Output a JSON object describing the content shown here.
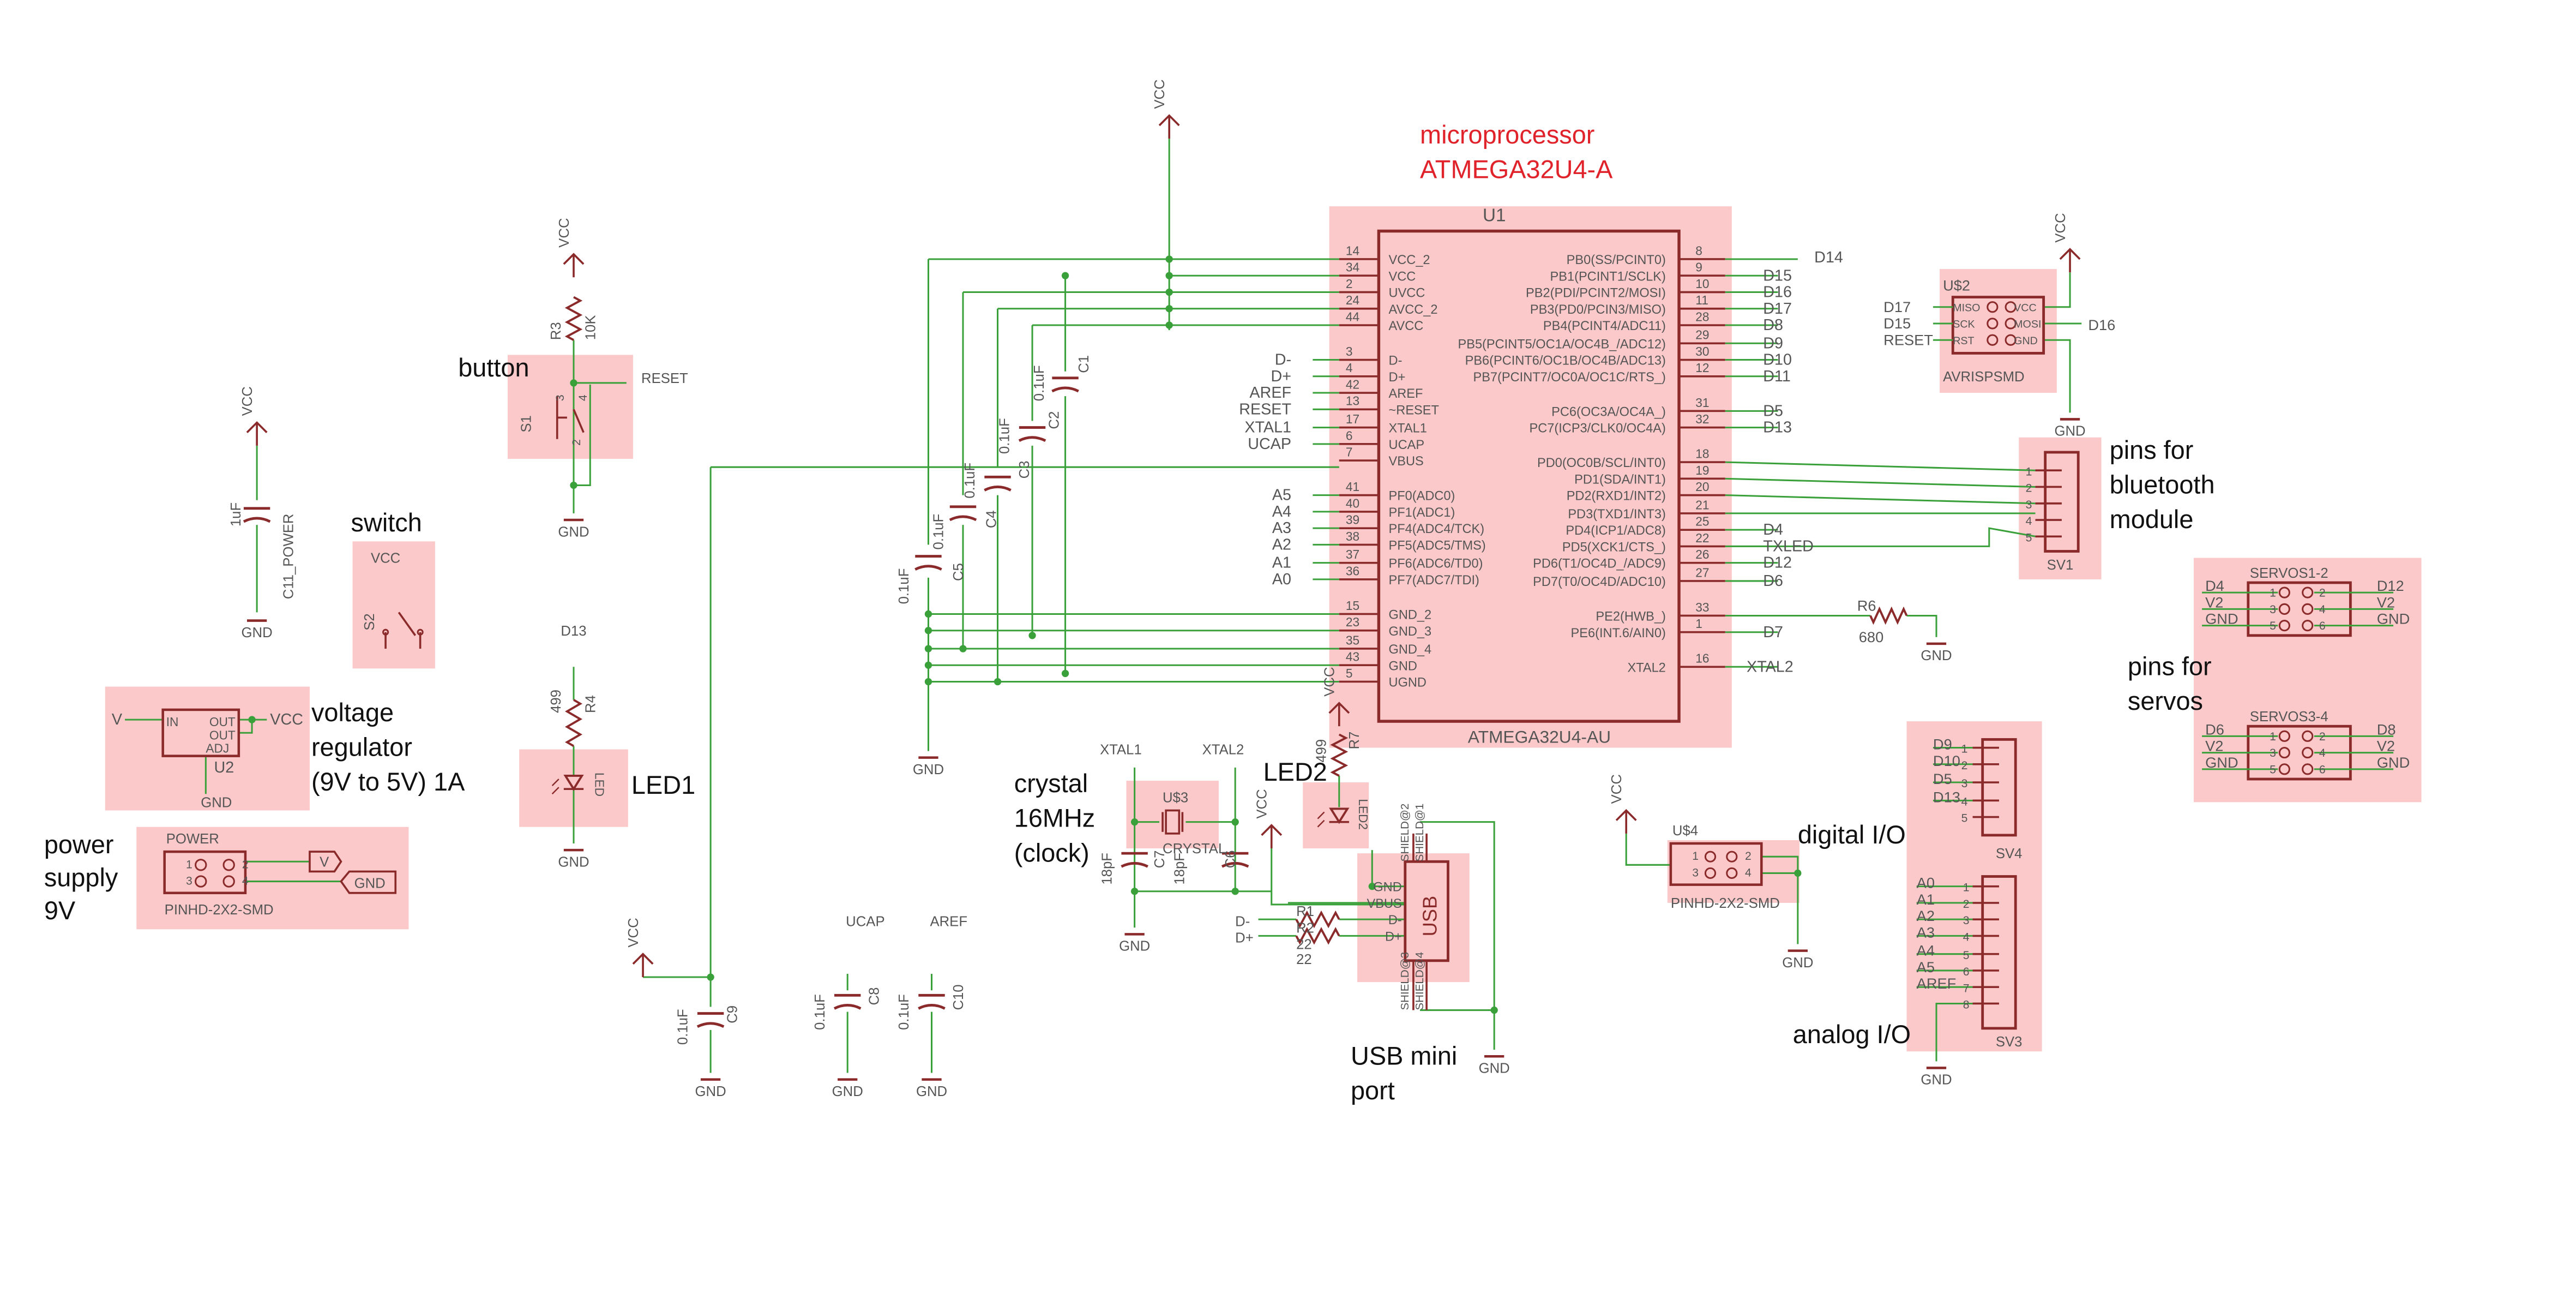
{
  "colors": {
    "wire": "#3aa03a",
    "part": "#8b2a2a",
    "label": "#555555",
    "highlight": "#fbc9c9",
    "annotation": "#111111",
    "title": "#e0222a"
  },
  "annotations": {
    "mcu_line1": "microprocessor",
    "mcu_line2": "ATMEGA32U4-A",
    "button": "button",
    "switch": "switch",
    "vreg_1": "voltage",
    "vreg_2": "regulator",
    "vreg_3": "(9V to 5V) 1A",
    "power_1": "power",
    "power_2": "supply",
    "power_3": "9V",
    "led1": "LED1",
    "led2": "LED2",
    "crystal_1": "crystal",
    "crystal_2": "16MHz",
    "crystal_3": "(clock)",
    "usb_1": "USB mini",
    "usb_2": "port",
    "bt_1": "pins for",
    "bt_2": "bluetooth",
    "bt_3": "module",
    "servo_1": "pins for",
    "servo_2": "servos",
    "digital": "digital I/O",
    "analog": "analog I/O"
  },
  "mcu": {
    "ref": "U1",
    "value": "ATMEGA32U4-AU",
    "left_pins": [
      {
        "num": "14",
        "name": "VCC_2"
      },
      {
        "num": "34",
        "name": "VCC"
      },
      {
        "num": "2",
        "name": "UVCC"
      },
      {
        "num": "24",
        "name": "AVCC_2"
      },
      {
        "num": "44",
        "name": "AVCC"
      },
      {
        "num": "3",
        "name": "D-",
        "net": "D-"
      },
      {
        "num": "4",
        "name": "D+",
        "net": "D+"
      },
      {
        "num": "42",
        "name": "AREF",
        "net": "AREF"
      },
      {
        "num": "13",
        "name": "~RESET",
        "net": "RESET"
      },
      {
        "num": "17",
        "name": "XTAL1",
        "net": "XTAL1"
      },
      {
        "num": "6",
        "name": "UCAP",
        "net": "UCAP"
      },
      {
        "num": "7",
        "name": "VBUS"
      },
      {
        "num": "41",
        "name": "PF0(ADC0)",
        "net": "A5"
      },
      {
        "num": "40",
        "name": "PF1(ADC1)",
        "net": "A4"
      },
      {
        "num": "39",
        "name": "PF4(ADC4/TCK)",
        "net": "A3"
      },
      {
        "num": "38",
        "name": "PF5(ADC5/TMS)",
        "net": "A2"
      },
      {
        "num": "37",
        "name": "PF6(ADC6/TD0)",
        "net": "A1"
      },
      {
        "num": "36",
        "name": "PF7(ADC7/TDI)",
        "net": "A0"
      },
      {
        "num": "15",
        "name": "GND_2"
      },
      {
        "num": "23",
        "name": "GND_3"
      },
      {
        "num": "35",
        "name": "GND_4"
      },
      {
        "num": "43",
        "name": "GND"
      },
      {
        "num": "5",
        "name": "UGND"
      }
    ],
    "right_pins": [
      {
        "num": "8",
        "name": "PB0(SS/PCINT0)",
        "net": "D14"
      },
      {
        "num": "9",
        "name": "PB1(PCINT1/SCLK)",
        "net": "D15"
      },
      {
        "num": "10",
        "name": "PB2(PDI/PCINT2/MOSI)",
        "net": "D16"
      },
      {
        "num": "11",
        "name": "PB3(PD0/PCIN3/MISO)",
        "net": "D17"
      },
      {
        "num": "28",
        "name": "PB4(PCINT4/ADC11)",
        "net": "D8"
      },
      {
        "num": "29",
        "name": "PB5(PCINT5/OC1A/OC4B_/ADC12)",
        "net": "D9"
      },
      {
        "num": "30",
        "name": "PB6(PCINT6/OC1B/OC4B/ADC13)",
        "net": "D10"
      },
      {
        "num": "12",
        "name": "PB7(PCINT7/OC0A/OC1C/RTS_)",
        "net": "D11"
      },
      {
        "num": "31",
        "name": "PC6(OC3A/OC4A_)",
        "net": "D5"
      },
      {
        "num": "32",
        "name": "PC7(ICP3/CLK0/OC4A)",
        "net": "D13"
      },
      {
        "num": "18",
        "name": "PD0(OC0B/SCL/INT0)",
        "net": ""
      },
      {
        "num": "19",
        "name": "PD1(SDA/INT1)",
        "net": ""
      },
      {
        "num": "20",
        "name": "PD2(RXD1/INT2)",
        "net": ""
      },
      {
        "num": "21",
        "name": "PD3(TXD1/INT3)",
        "net": ""
      },
      {
        "num": "25",
        "name": "PD4(ICP1/ADC8)",
        "net": "D4"
      },
      {
        "num": "22",
        "name": "PD5(XCK1/CTS_)",
        "net": "TXLED"
      },
      {
        "num": "26",
        "name": "PD6(T1/OC4D_/ADC9)",
        "net": "D12"
      },
      {
        "num": "27",
        "name": "PD7(T0/OC4D/ADC10)",
        "net": "D6"
      },
      {
        "num": "33",
        "name": "PE2(HWB_)",
        "net": ""
      },
      {
        "num": "1",
        "name": "PE6(INT.6/AIN0)",
        "net": "D7"
      },
      {
        "num": "16",
        "name": "XTAL2",
        "net": "XTAL2"
      }
    ]
  },
  "labels": {
    "vcc": "VCC",
    "gnd": "GND",
    "reset": "RESET",
    "vin": "V",
    "c1": "C1",
    "c1v": "0.1uF",
    "c2": "C2",
    "c2v": "0.1uF",
    "c3": "C3",
    "c3v": "0.1uF",
    "c4": "C4",
    "c4v": "0.1uF",
    "c5": "C5",
    "c5v": "0.1uF",
    "c5b": "0.1uF",
    "r3": "R3",
    "r3v": "10K",
    "s1": "S1",
    "s2": "S2",
    "c11": "C11_POWER",
    "c11v": "1uF",
    "u2": "U2",
    "u2_in": "IN",
    "u2_out1": "OUT",
    "u2_out2": "OUT",
    "u2_adj": "ADJ",
    "power": "POWER",
    "power_pkg": "PINHD-2X2-SMD",
    "d13": "D13",
    "r4": "R4",
    "r4v": "499",
    "led": "LED",
    "xtal1": "XTAL1",
    "xtal2": "XTAL2",
    "u3": "U$3",
    "crystal": "CRYSTAL",
    "c6": "C6",
    "c6v": "18pF",
    "c7": "C7",
    "c7v": "18pF",
    "r7": "R7",
    "r7v": "499",
    "led2": "LED2",
    "usb": "USB",
    "usb_pins": [
      "GND",
      "VBUS",
      "D-",
      "D+"
    ],
    "shield1": "SHIELD@1",
    "shield2": "SHIELD@2",
    "shield3": "SHIELD@3",
    "shield4": "SHIELD@4",
    "dminus": "D-",
    "dplus": "D+",
    "r1": "R1",
    "r2": "R2",
    "r1v": "22",
    "r2v": "22",
    "c9": "C9",
    "c9v": "0.1uF",
    "c8": "C8",
    "c8v": "0.1uF",
    "c10": "C10",
    "c10v": "0.1uF",
    "ucap": "UCAP",
    "aref": "AREF",
    "r6": "R6",
    "r6v": "680",
    "u2isp": "U$2",
    "isp": "AVRISPSMD",
    "isp_left": [
      "MISO",
      "SCK",
      "RST"
    ],
    "isp_right": [
      "VCC",
      "MOSI",
      "GND"
    ],
    "isp_nets_left": [
      "D17",
      "D15",
      "RESET"
    ],
    "isp_net_right": "D16",
    "sv1": "SV1",
    "sv_pins5": [
      "1",
      "2",
      "3",
      "4",
      "5"
    ],
    "servos12": "SERVOS1-2",
    "servos34": "SERVOS3-4",
    "servo_left_nets_a": [
      "D4",
      "V2",
      "GND"
    ],
    "servo_right_nets_a": [
      "D12",
      "V2",
      "GND"
    ],
    "servo_left_nets_b": [
      "D6",
      "V2",
      "GND"
    ],
    "servo_right_nets_b": [
      "D8",
      "V2",
      "GND"
    ],
    "servo_pins": [
      [
        "1",
        "2"
      ],
      [
        "3",
        "4"
      ],
      [
        "5",
        "6"
      ]
    ],
    "sv4": "SV4",
    "sv4_nets": [
      "D9",
      "D10",
      "D5",
      "D13"
    ],
    "u4": "U$4",
    "u4_pkg": "PINHD-2X2-SMD",
    "sv3": "SV3",
    "sv3_nets": [
      "A0",
      "A1",
      "A2",
      "A3",
      "A4",
      "A5",
      "AREF"
    ],
    "sv_pins8": [
      "1",
      "2",
      "3",
      "4",
      "5",
      "6",
      "7",
      "8"
    ],
    "pin_nums": {
      "one": "1",
      "two": "2",
      "three": "3",
      "four": "4"
    }
  }
}
